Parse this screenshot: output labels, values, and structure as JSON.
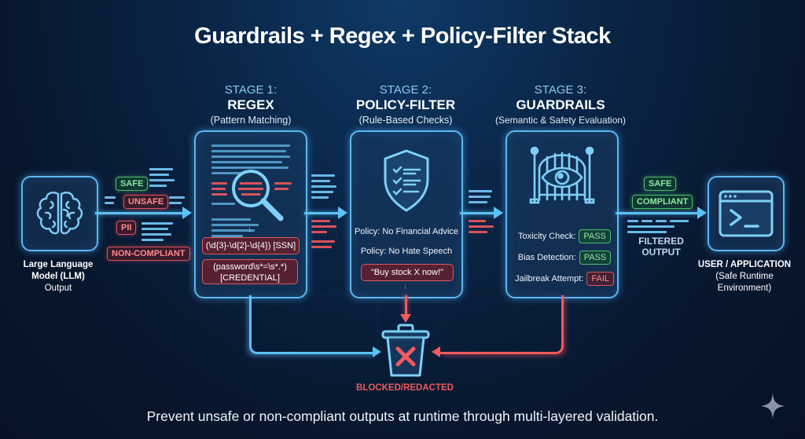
{
  "title": "Guardrails + Regex + Policy-Filter Stack",
  "source": {
    "label_line1": "Large Language",
    "label_line2": "Model (LLM)",
    "label_line3": "Output",
    "icon": "brain-icon",
    "tags": [
      {
        "text": "SAFE",
        "status": "safe"
      },
      {
        "text": "UNSAFE",
        "status": "unsafe"
      },
      {
        "text": "PII",
        "status": "unsafe"
      },
      {
        "text": "NON-COMPLIANT",
        "status": "unsafe"
      }
    ]
  },
  "stages": [
    {
      "number": "STAGE 1:",
      "name": "REGEX",
      "subtitle": "(Pattern Matching)",
      "icon": "magnifier-icon",
      "patterns": [
        {
          "line1": "(\\d{3}-\\d{2}-\\d{4}) [SSN]"
        },
        {
          "line1": "(password\\s*=\\s*.*)",
          "line2": "[CREDENTIAL]"
        }
      ]
    },
    {
      "number": "STAGE 2:",
      "name": "POLICY-FILTER",
      "subtitle": "(Rule-Based Checks)",
      "icon": "shield-checklist-icon",
      "policies": [
        "Policy: No Financial Advice",
        "Policy: No Hate Speech"
      ],
      "blocked_example": "“Buy stock X now!”"
    },
    {
      "number": "STAGE 3:",
      "name": "GUARDRAILS",
      "subtitle": "(Semantic & Safety Evaluation)",
      "icon": "gate-eye-icon",
      "checks": [
        {
          "label": "Toxicity Check:",
          "result": "PASS"
        },
        {
          "label": "Bias Detection:",
          "result": "PASS"
        },
        {
          "label": "Jailbreak Attempt:",
          "result": "FAIL"
        }
      ]
    }
  ],
  "output": {
    "tags": [
      {
        "text": "SAFE",
        "status": "safe"
      },
      {
        "text": "COMPLIANT",
        "status": "safe"
      }
    ],
    "label_line1": "FILTERED",
    "label_line2": "OUTPUT"
  },
  "destination": {
    "label_line1": "USER / APPLICATION",
    "label_line2": "(Safe Runtime",
    "label_line3": "Environment)",
    "icon": "terminal-icon"
  },
  "blocked": {
    "label": "BLOCKED/REDACTED",
    "icon": "trash-x-icon"
  },
  "footer": "Prevent unsafe or non-compliant outputs at runtime through multi-layered validation.",
  "colors": {
    "accent_blue": "#5cc2f5",
    "safe_green": "#4fbf6a",
    "unsafe_red": "#f05a60",
    "background": "#0a2547"
  }
}
